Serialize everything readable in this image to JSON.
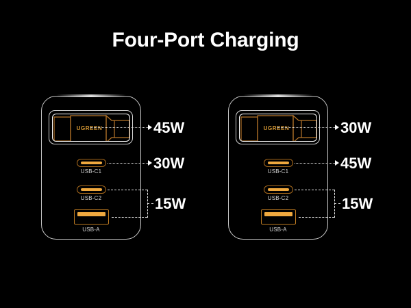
{
  "page": {
    "background": "#000000",
    "title": "Four-Port Charging",
    "accent_orange": "#f0a93f",
    "accent_gold": "#d99a34",
    "outline_gray": "#c9c9c9",
    "text_white": "#ffffff"
  },
  "chargers": [
    {
      "id": "left-charger",
      "brand": "UGREEN",
      "ac_plug": {
        "label": "45W"
      },
      "ports": [
        {
          "name": "USB-C1",
          "type": "usb-c",
          "power": "30W"
        },
        {
          "name": "USB-C2",
          "type": "usb-c",
          "power": "15W"
        },
        {
          "name": "USB-A",
          "type": "usb-a",
          "power": "15W"
        }
      ],
      "shared_label": "15W"
    },
    {
      "id": "right-charger",
      "brand": "UGREEN",
      "ac_plug": {
        "label": "30W"
      },
      "ports": [
        {
          "name": "USB-C1",
          "type": "usb-c",
          "power": "45W"
        },
        {
          "name": "USB-C2",
          "type": "usb-c",
          "power": "15W"
        },
        {
          "name": "USB-A",
          "type": "usb-a",
          "power": "15W"
        }
      ],
      "shared_label": "15W"
    }
  ],
  "icons": {
    "arrow": "arrow-right-icon",
    "usb_c_port": "usb-c-port-icon",
    "usb_a_port": "usb-a-port-icon",
    "ac_plug": "ac-plug-icon"
  }
}
